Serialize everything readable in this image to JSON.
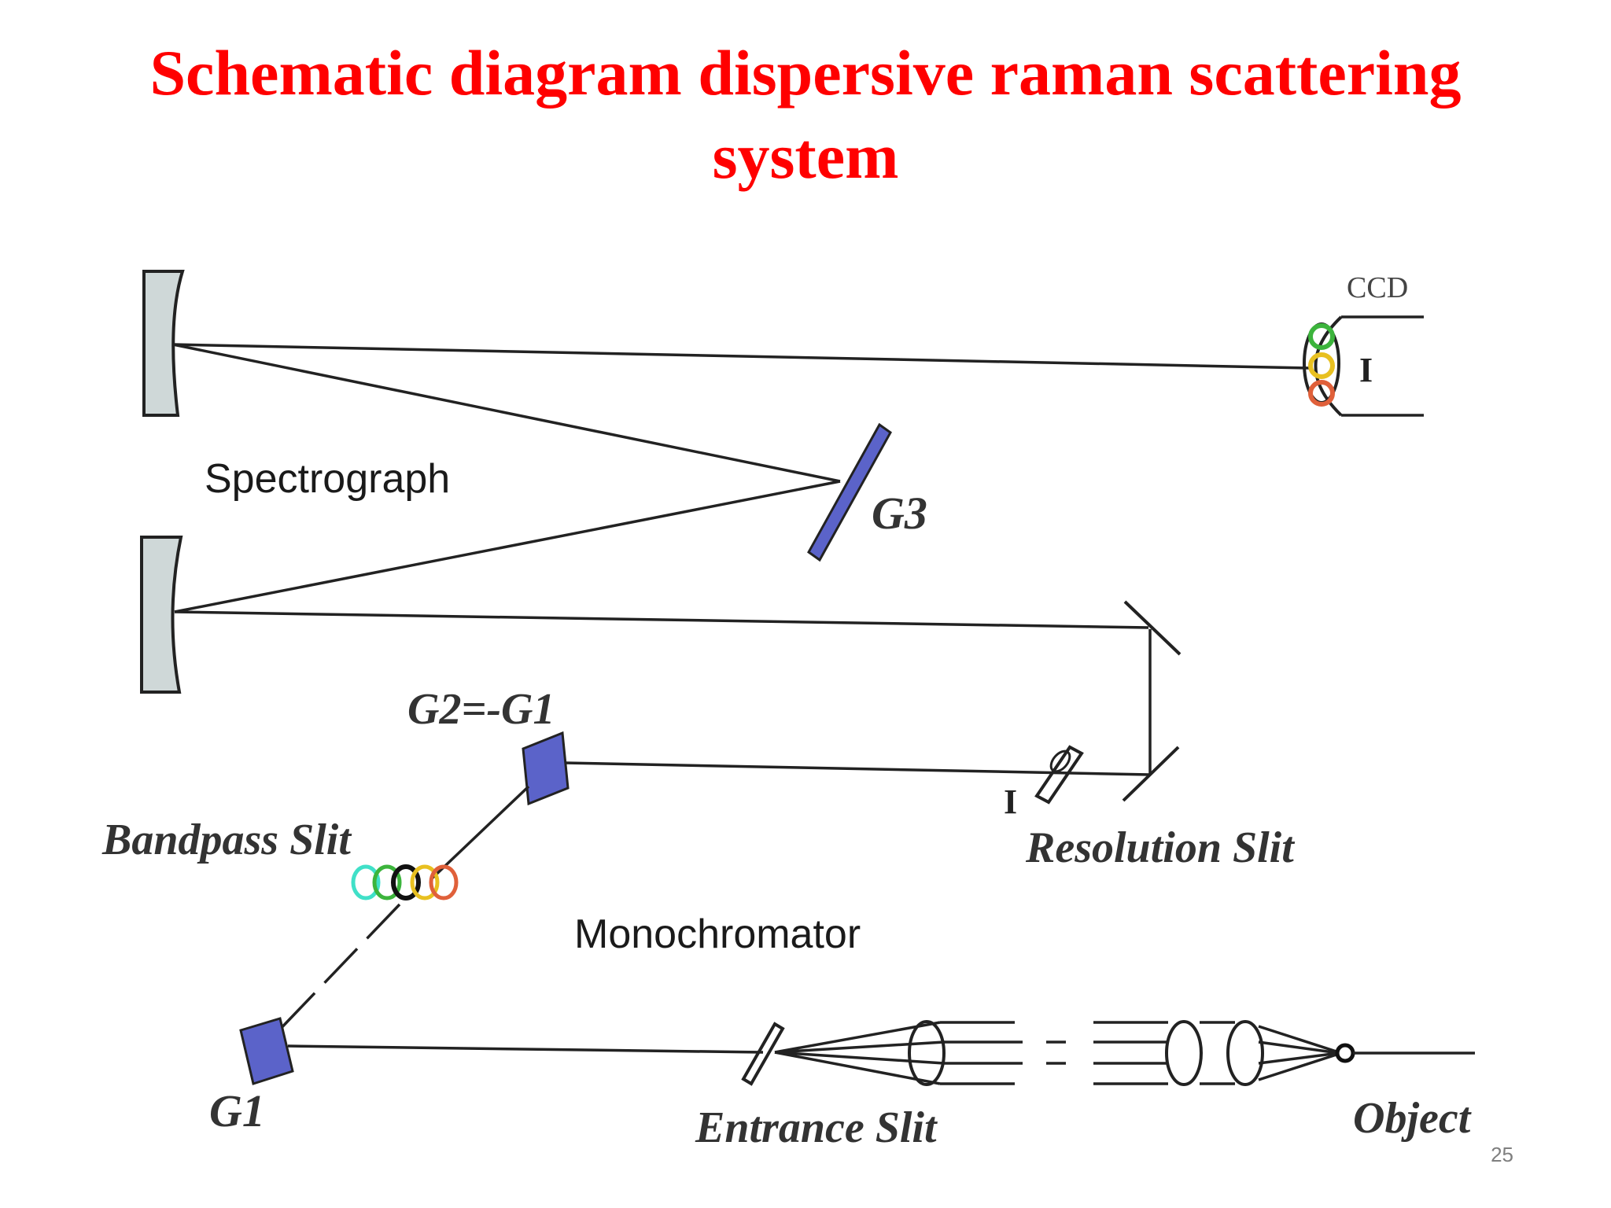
{
  "slide": {
    "title": "Schematic diagram dispersive raman scattering system",
    "slide_number": "25"
  },
  "diagram": {
    "labels": {
      "ccd": "CCD",
      "ccd_image": "I",
      "spectrograph": "Spectrograph",
      "g3": "G3",
      "g2": "G2=-G1",
      "resolution_slit_marker": "I",
      "bandpass_slit": "Bandpass Slit",
      "resolution_slit": "Resolution Slit",
      "monochromator": "Monochromator",
      "g1": "G1",
      "entrance_slit": "Entrance Slit",
      "object": "Object"
    }
  },
  "colors": {
    "title": "#ff0000",
    "grating": "#5b63c9",
    "mirror_fill": "#cfd8d8",
    "beam": "#222222",
    "spectrum_green": "#3cb43c",
    "spectrum_yellow": "#e8c020",
    "spectrum_orange": "#e0603a",
    "spectrum_cyan": "#40e0c8",
    "slide_number": "#7f7f7f"
  }
}
